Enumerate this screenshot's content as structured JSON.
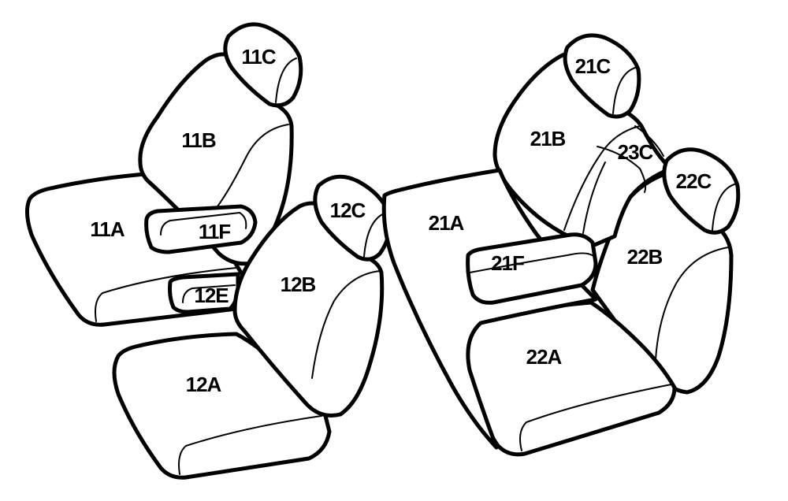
{
  "labels": {
    "p11A": "11A",
    "p11B": "11B",
    "p11C": "11C",
    "p11F": "11F",
    "p12A": "12A",
    "p12B": "12B",
    "p12C": "12C",
    "p12E": "12E",
    "p21A": "21A",
    "p21B": "21B",
    "p21C": "21C",
    "p21F": "21F",
    "p22A": "22A",
    "p22B": "22B",
    "p22C": "22C",
    "p23C": "23C"
  }
}
